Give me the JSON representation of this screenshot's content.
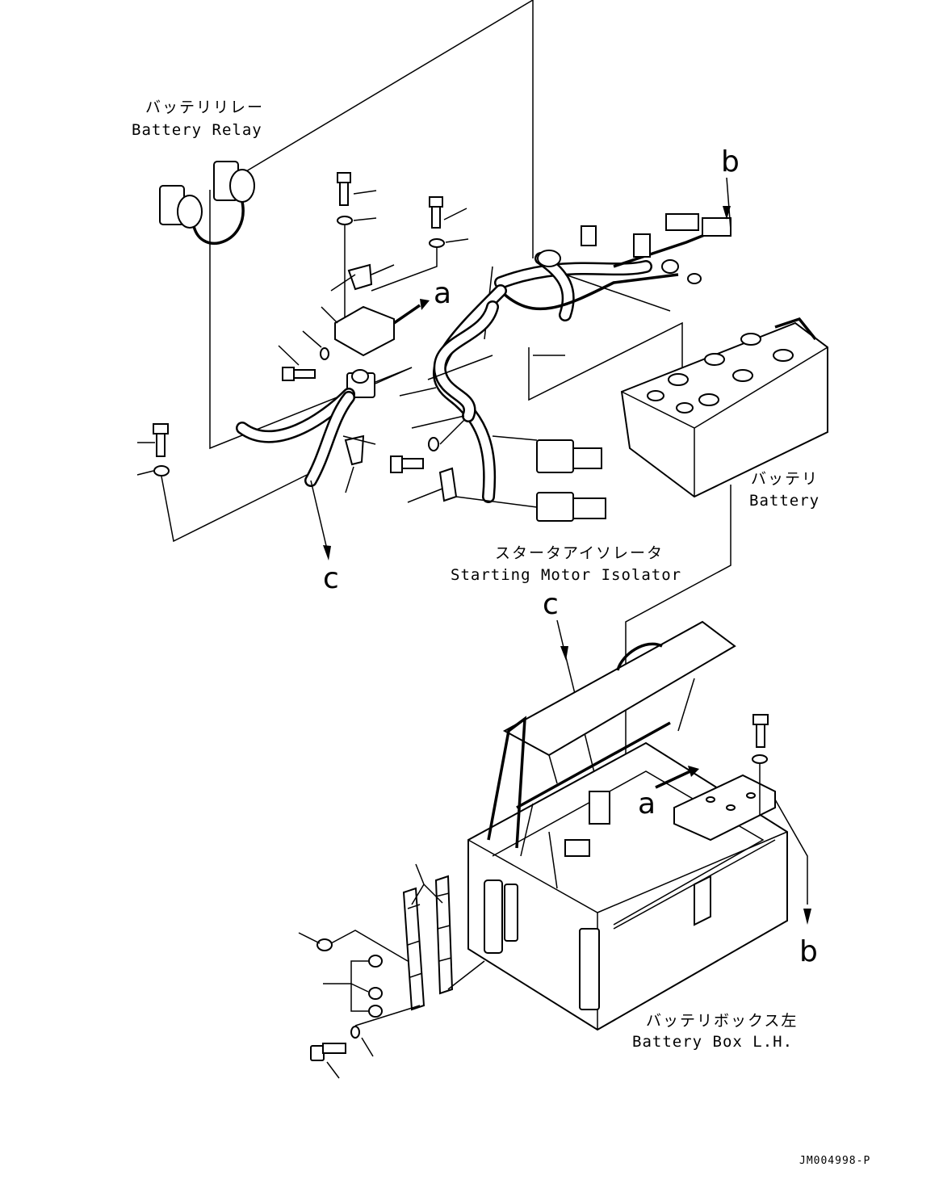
{
  "labels": {
    "battery_relay_jp": "バッテリリレー",
    "battery_relay_en": "Battery Relay",
    "battery_jp": "バッテリ",
    "battery_en": "Battery",
    "starting_motor_isolator_jp": "スタータアイソレータ",
    "starting_motor_isolator_en": "Starting Motor Isolator",
    "battery_box_jp": "バッテリボックス左",
    "battery_box_en": "Battery Box L.H."
  },
  "callouts": {
    "a_top": "a",
    "a_box": "a",
    "b_top": "b",
    "b_box": "b",
    "c_top": "c",
    "c_box": "c"
  },
  "drawing_code": "JM004998-P"
}
